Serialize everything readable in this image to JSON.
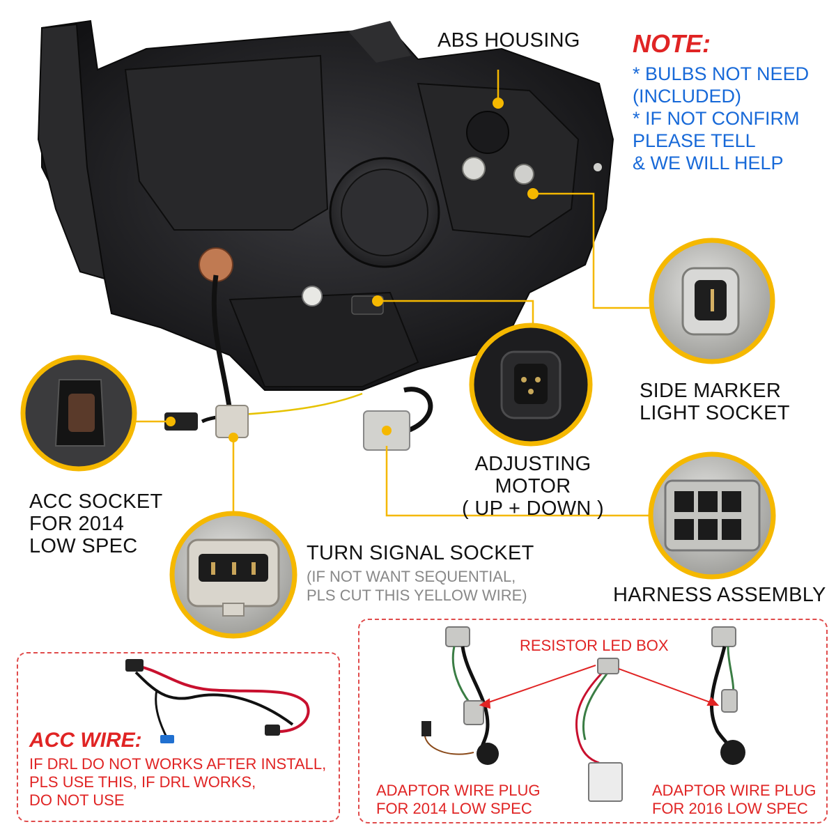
{
  "labels": {
    "abs_housing": "ABS HOUSING",
    "side_marker_1": "SIDE MARKER",
    "side_marker_2": "LIGHT SOCKET",
    "adjusting_motor_1": "ADJUSTING MOTOR",
    "adjusting_motor_2": "( UP + DOWN )",
    "acc_socket_1": "ACC SOCKET",
    "acc_socket_2": "FOR 2014",
    "acc_socket_3": "LOW SPEC",
    "turn_signal": "TURN SIGNAL SOCKET",
    "turn_signal_note_1": "(IF NOT WANT SEQUENTIAL,",
    "turn_signal_note_2": "PLS CUT THIS YELLOW WIRE)",
    "harness_assembly": "HARNESS ASSEMBLY"
  },
  "note": {
    "title": "NOTE:",
    "lines": [
      "* BULBS NOT NEED",
      "(INCLUDED)",
      "* IF NOT CONFIRM",
      "PLEASE TELL",
      "& WE WILL HELP"
    ]
  },
  "acc_wire": {
    "title": "ACC WIRE:",
    "lines": [
      "IF DRL DO NOT WORKS AFTER INSTALL,",
      "PLS USE THIS, IF DRL WORKS,",
      "DO NOT USE"
    ]
  },
  "adaptor": {
    "resistor": "RESISTOR LED BOX",
    "plug_2014_1": "ADAPTOR WIRE PLUG",
    "plug_2014_2": "FOR 2014 LOW SPEC",
    "plug_2016_1": "ADAPTOR WIRE PLUG",
    "plug_2016_2": "FOR 2016 LOW SPEC"
  },
  "colors": {
    "callout": "#f5b800",
    "note_title": "#e02424",
    "note_text": "#1769d8",
    "housing": "#1c1c1e"
  }
}
